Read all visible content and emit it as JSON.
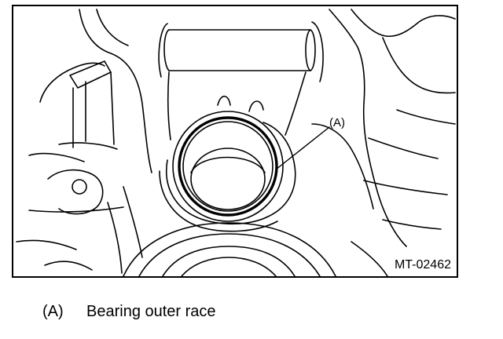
{
  "diagram": {
    "callout": "(A)",
    "figure_id": "MT-02462",
    "line_color": "#000000",
    "background_color": "#ffffff"
  },
  "legend": {
    "items": [
      {
        "key": "(A)",
        "label": "Bearing outer race"
      }
    ]
  }
}
